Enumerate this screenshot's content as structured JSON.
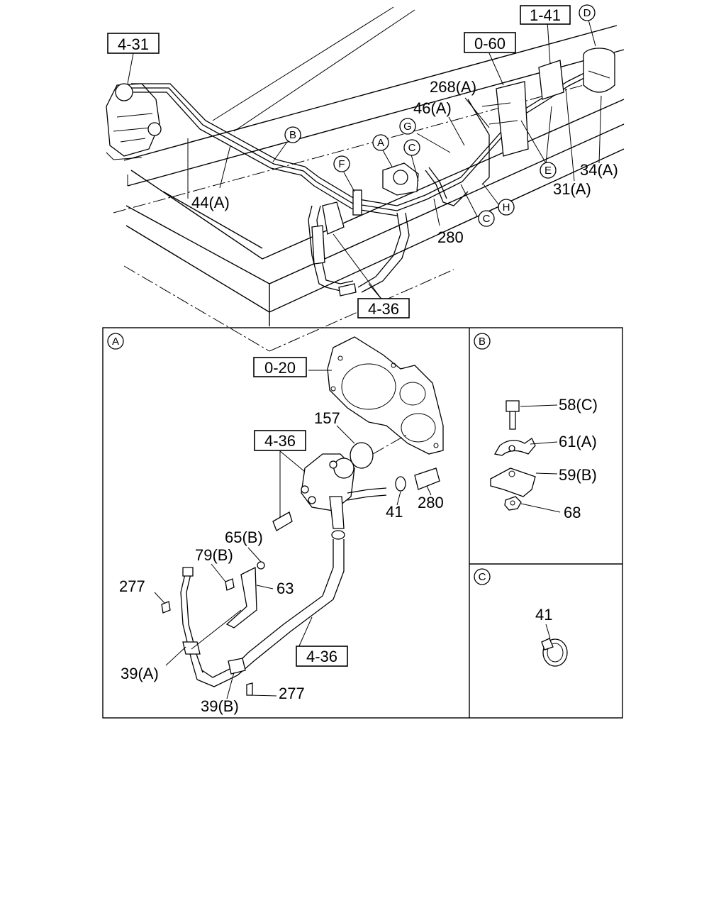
{
  "top_refs": {
    "r431": "4-31",
    "r141": "1-41",
    "r060": "0-60",
    "r436": "4-36"
  },
  "top_callouts": {
    "a": "A",
    "b": "B",
    "c1": "C",
    "c2": "C",
    "d": "D",
    "e": "E",
    "f": "F",
    "g": "G",
    "h": "H"
  },
  "top_labels": {
    "p44a": "44(A)",
    "p268a": "268(A)",
    "p46a": "46(A)",
    "p280": "280",
    "p34a": "34(A)",
    "p31a": "31(A)"
  },
  "panel_a": {
    "id": "A",
    "refs": {
      "r020": "0-20",
      "r436a": "4-36",
      "r436b": "4-36"
    },
    "labels": {
      "p157": "157",
      "p41": "41",
      "p280": "280",
      "p65b": "65(B)",
      "p79b": "79(B)",
      "p63": "63",
      "p277a": "277",
      "p277b": "277",
      "p39a": "39(A)",
      "p39b": "39(B)"
    }
  },
  "panel_b": {
    "id": "B",
    "labels": {
      "p58c": "58(C)",
      "p61a": "61(A)",
      "p59b": "59(B)",
      "p68": "68"
    }
  },
  "panel_c": {
    "id": "C",
    "labels": {
      "p41": "41"
    }
  }
}
